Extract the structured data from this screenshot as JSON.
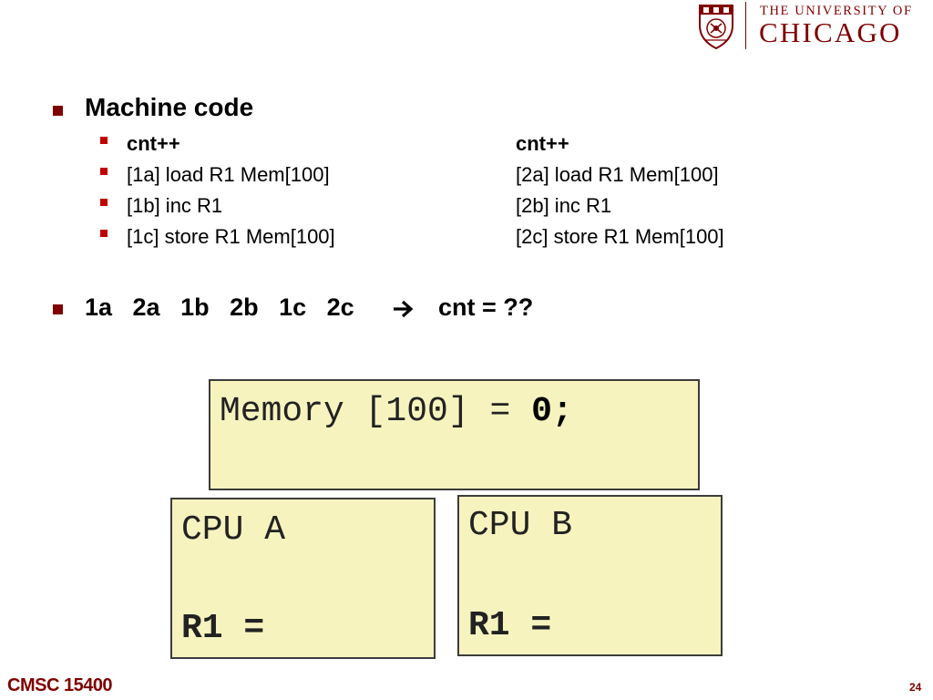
{
  "logo": {
    "line1": "THE UNIVERSITY OF",
    "line2": "CHICAGO",
    "crest_icon": "university-crest-icon",
    "color": "#800000"
  },
  "bullets": {
    "machine_code": {
      "heading": "Machine code",
      "left": [
        "cnt++",
        "[1a] load R1 Mem[100]",
        "[1b] inc R1",
        "[1c] store R1 Mem[100]"
      ],
      "right": [
        "cnt++",
        "[2a] load R1 Mem[100]",
        "[2b] inc R1",
        "[2c] store R1 Mem[100]"
      ]
    },
    "sequence": {
      "steps": "1a   2a   1b   2b   1c   2c",
      "arrow_icon": "right-arrow-icon",
      "result": "cnt = ??"
    }
  },
  "memory_box": {
    "label": "Memory [100] = ",
    "value": "0;"
  },
  "cpu_a": {
    "name": "CPU A",
    "register": "R1 ="
  },
  "cpu_b": {
    "name": "CPU B",
    "register": "R1 ="
  },
  "footer": {
    "course": "CMSC 15400",
    "page": "24"
  },
  "colors": {
    "maroon": "#800000",
    "box_fill": "#f6f3bf",
    "sub_bullet": "#c00000"
  }
}
